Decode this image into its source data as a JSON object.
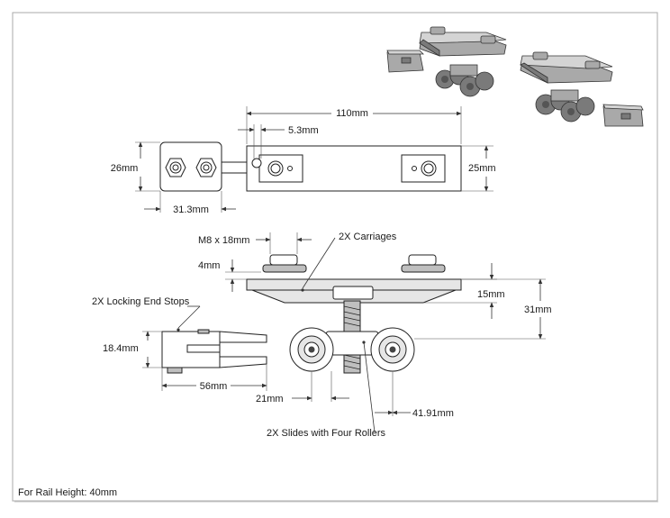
{
  "dimensions": {
    "overall_length": "110mm",
    "hole_offset": "5.3mm",
    "end_stop_height": "26mm",
    "carriage_height": "25mm",
    "end_stop_width": "31.3mm",
    "bolt_size": "M8 x 18mm",
    "bolt_protrusion": "4mm",
    "carriage_thickness": "15mm",
    "total_height": "31mm",
    "stop_height": "18.4mm",
    "stop_length": "56mm",
    "roller_spacing": "21mm",
    "roller_span": "41.91mm"
  },
  "labels": {
    "carriages": "2X Carriages",
    "end_stops": "2X Locking End Stops",
    "slides": "2X Slides with Four Rollers",
    "rail_note": "For Rail Height: 40mm"
  }
}
